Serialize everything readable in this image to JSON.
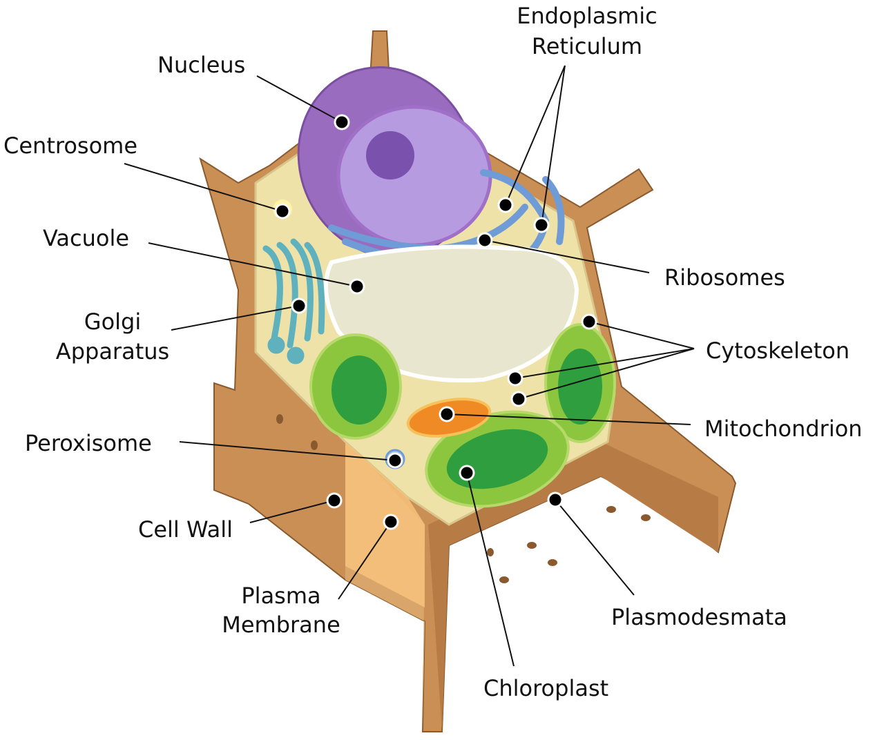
{
  "labels": {
    "nucleus": "Nucleus",
    "er_line1": "Endoplasmic",
    "er_line2": "Reticulum",
    "centrosome": "Centrosome",
    "vacuole": "Vacuole",
    "golgi_line1": "Golgi",
    "golgi_line2": "Apparatus",
    "ribosomes": "Ribosomes",
    "cytoskeleton": "Cytoskeleton",
    "mitochondrion": "Mitochondrion",
    "peroxisome": "Peroxisome",
    "cell_wall": "Cell Wall",
    "plasma_line1": "Plasma",
    "plasma_line2": "Membrane",
    "plasmodesmata": "Plasmodesmata",
    "chloroplast": "Chloroplast"
  },
  "colors": {
    "cell_wall": "#c98f55",
    "cell_wall_dark": "#9c6a3a",
    "cytoplasm": "#efe2a8",
    "nucleus": "#9a6cc0",
    "er": "#6f9bd6",
    "vacuole": "#e9e6cf",
    "golgi": "#5fb2bd",
    "chloroplast": "#8cc63f",
    "grana": "#2e9e3e",
    "mitochondrion": "#f08a24"
  }
}
